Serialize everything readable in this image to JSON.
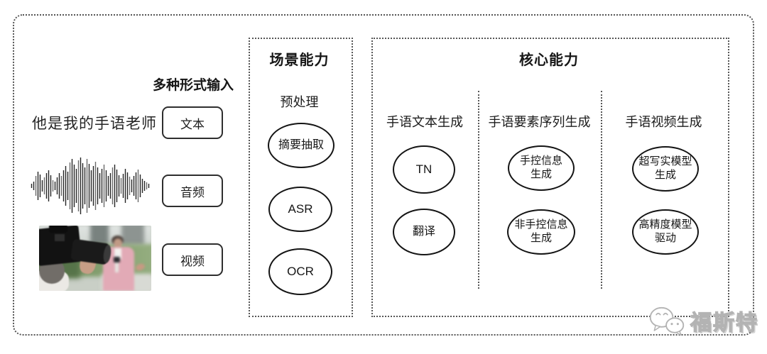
{
  "colors": {
    "ink": "#1f1f1f",
    "box_border": "#2e2e2e",
    "dotted_border": "#565656",
    "watermark_gray": "#b3b3b3"
  },
  "input_section": {
    "title": "多种形式输入",
    "text_sample": "他是我的手语老师",
    "labels": [
      "文本",
      "音频",
      "视频"
    ],
    "media": [
      "audio-waveform",
      "camera-interview-photo"
    ]
  },
  "scene_section": {
    "title": "场景能力",
    "subtitle": "预处理",
    "nodes": [
      "摘要抽取",
      "ASR",
      "OCR"
    ]
  },
  "core_section": {
    "title": "核心能力",
    "columns": [
      {
        "header": "手语文本生成",
        "nodes": [
          "TN",
          "翻译"
        ]
      },
      {
        "header": "手语要素序列生成",
        "nodes": [
          "手控信息\n生成",
          "非手控信息\n生成"
        ]
      },
      {
        "header": "手语视频生成",
        "nodes": [
          "超写实模型\n生成",
          "高精度模型\n驱动"
        ]
      }
    ]
  },
  "watermark": {
    "icon": "wechat-icon",
    "text": "福斯特"
  }
}
